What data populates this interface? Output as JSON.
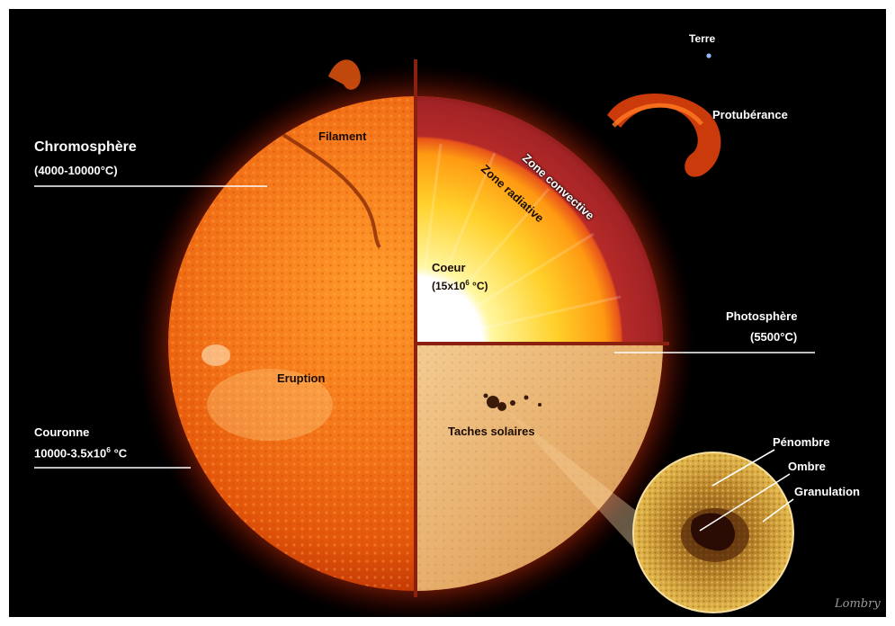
{
  "labels": {
    "terre": "Terre",
    "protuberance": "Protubérance",
    "chromosphere": "Chromosphère",
    "chromosphere_temp": "(4000-10000°C)",
    "filament": "Filament",
    "zone_convective": "Zone convective",
    "zone_radiative": "Zone radiative",
    "coeur": "Coeur",
    "coeur_temp_prefix": "(15x10",
    "coeur_temp_exp": "6",
    "coeur_temp_suffix": " °C)",
    "photosphere": "Photosphère",
    "photosphere_temp": "(5500°C)",
    "eruption": "Eruption",
    "taches_solaires": "Taches solaires",
    "couronne": "Couronne",
    "couronne_temp_prefix": "10000-3.5x10",
    "couronne_temp_exp": "6",
    "couronne_temp_suffix": " °C",
    "penombre": "Pénombre",
    "ombre": "Ombre",
    "granulation": "Granulation",
    "watermark": "Lombry"
  },
  "colors": {
    "background": "#000000",
    "surface": "#e8620c",
    "prominence": "#d5330a",
    "convective_zone": "#a8262a",
    "radiative_zone": "#ffcc33",
    "core": "#ffffff",
    "photosphere_cut": "#e7b376",
    "sunspot_zoom": "#d8a83a",
    "umbra": "#3a1406"
  }
}
